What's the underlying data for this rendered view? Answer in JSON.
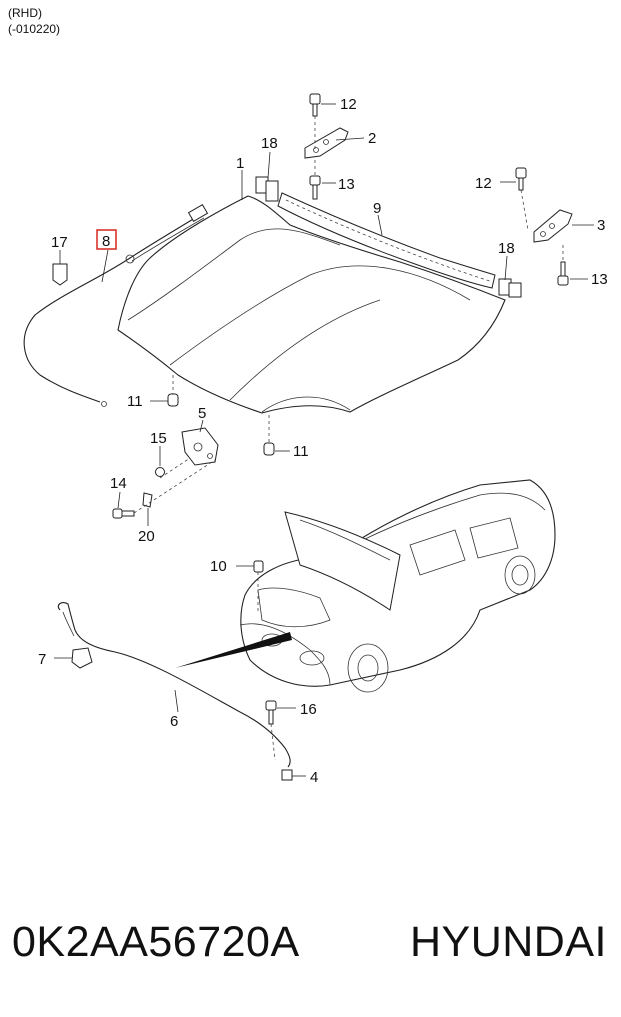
{
  "header": {
    "variant": "(RHD)",
    "date_range": "(-010220)"
  },
  "highlight_color": "#d9342b",
  "callouts": {
    "c1": "1",
    "c2": "2",
    "c3": "3",
    "c4": "4",
    "c5": "5",
    "c6": "6",
    "c7": "7",
    "c8": "8",
    "c9": "9",
    "c10": "10",
    "c11a": "11",
    "c11b": "11",
    "c12a": "12",
    "c12b": "12",
    "c13a": "13",
    "c13b": "13",
    "c14": "14",
    "c15": "15",
    "c16": "16",
    "c17": "17",
    "c18a": "18",
    "c18b": "18",
    "c20": "20"
  },
  "footer": {
    "part_number": "0K2AA56720A",
    "brand": "HYUNDAI"
  }
}
